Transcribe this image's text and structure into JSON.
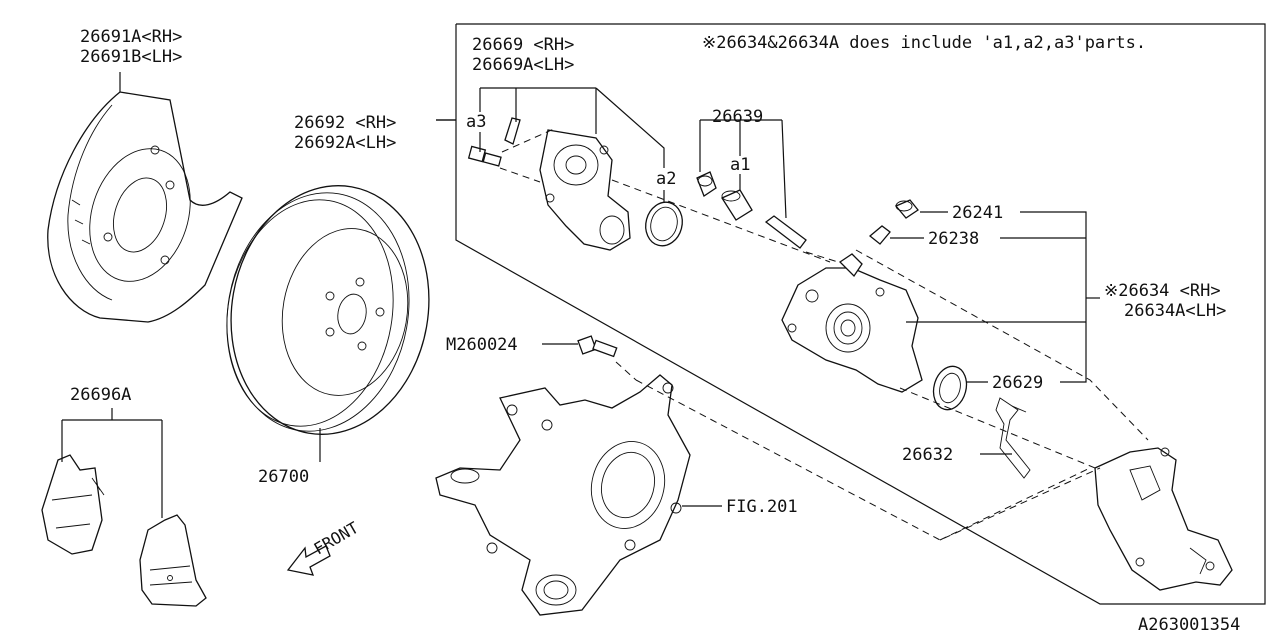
{
  "labels": {
    "shield_rh": "26691A<RH>",
    "shield_lh": "26691B<LH>",
    "caliper_assy_rh": "26692 <RH>",
    "caliper_assy_lh": "26692A<LH>",
    "pads": "26696A",
    "disc": "26700",
    "bolt": "M260024",
    "knuckle_ref": "FIG.201",
    "front": "FRONT",
    "piston_rh": "26669 <RH>",
    "piston_lh": "26669A<LH>",
    "note": "※26634&26634A does include 'a1,a2,a3'parts.",
    "a3": "a3",
    "a2": "a2",
    "a1": "a1",
    "pin_kit": "26639",
    "bleeder_cap": "26241",
    "bleeder": "26238",
    "caliper_rh": "※26634 <RH>",
    "caliper_lh": "26634A<LH>",
    "seal": "26629",
    "spring": "26632",
    "diagram_id": "A263001354"
  }
}
